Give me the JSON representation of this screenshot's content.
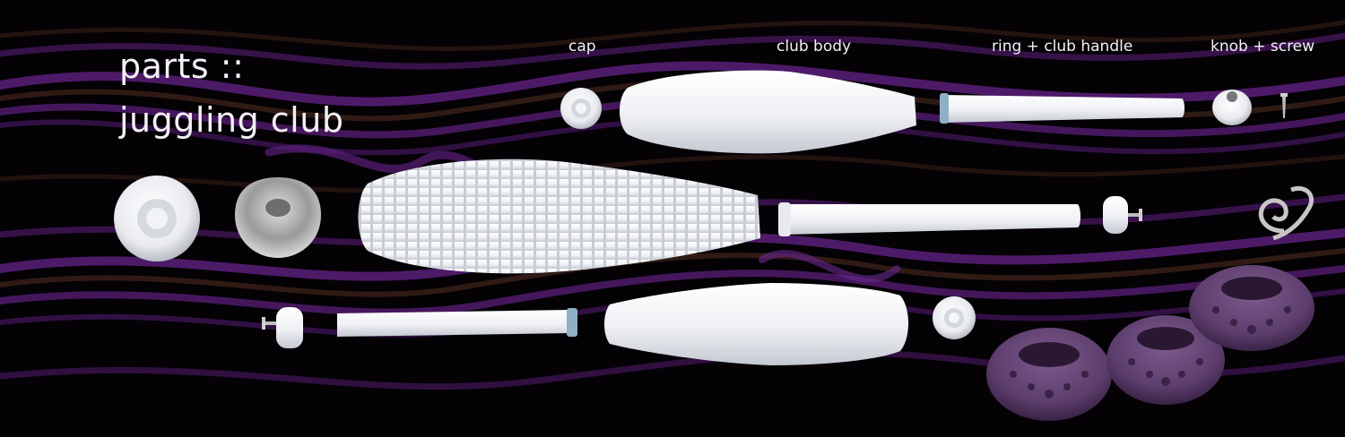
{
  "title": {
    "line1": "parts ::",
    "line2": "juggling club"
  },
  "labels": {
    "cap": "cap",
    "body": "club body",
    "handle": "ring + club handle",
    "knob": "knob + screw"
  },
  "colors": {
    "background": "#050206",
    "swirl_purple": "#5a1f7a",
    "swirl_brown": "#3a2018",
    "part_white": "#eef0f4",
    "deco_purple": "#6a4a78"
  }
}
